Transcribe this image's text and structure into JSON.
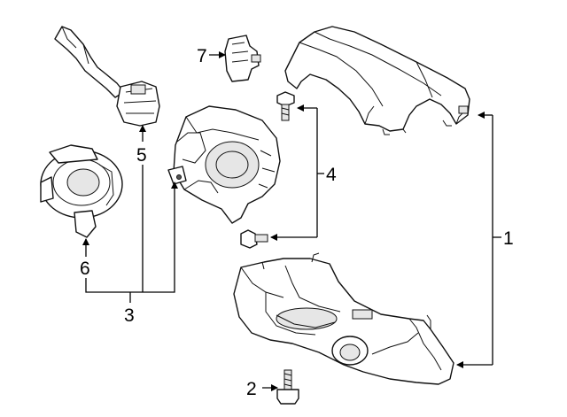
{
  "callouts": [
    {
      "id": "1",
      "label": "1"
    },
    {
      "id": "2",
      "label": "2"
    },
    {
      "id": "3",
      "label": "3"
    },
    {
      "id": "4",
      "label": "4"
    },
    {
      "id": "5",
      "label": "5"
    },
    {
      "id": "6",
      "label": "6"
    },
    {
      "id": "7",
      "label": "7"
    }
  ],
  "colors": {
    "line": "#111111",
    "fill": "#ffffff",
    "background": "#ffffff"
  }
}
